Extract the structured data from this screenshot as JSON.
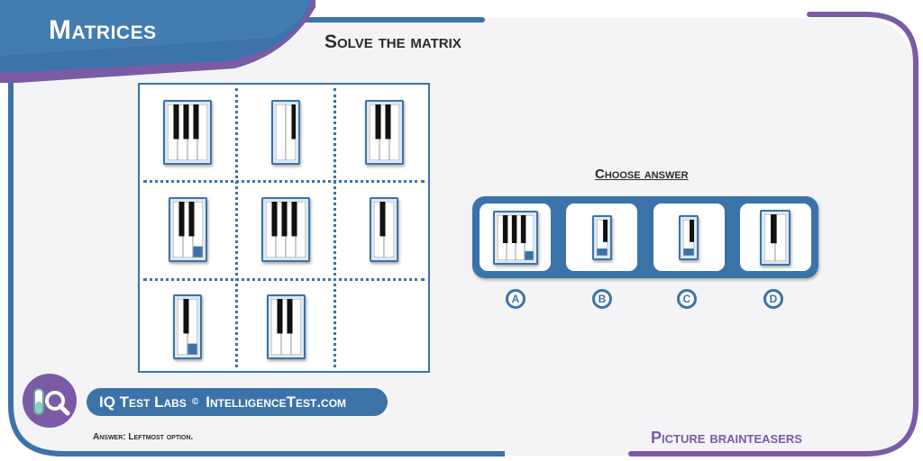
{
  "header": {
    "title": "Matrices",
    "subtitle": "Solve the matrix"
  },
  "matrix": {
    "cells": [
      {
        "keys": [
          {
            "black": true
          },
          {
            "black": true
          },
          {
            "black": true
          },
          {
            "black": false
          }
        ]
      },
      {
        "keys": [
          {
            "black": false
          },
          {
            "black": true
          }
        ]
      },
      {
        "keys": [
          {
            "black": true
          },
          {
            "black": true
          },
          {
            "black": false
          }
        ]
      },
      {
        "keys": [
          {
            "black": true
          },
          {
            "black": true
          },
          {
            "black": false,
            "highlight": true
          }
        ]
      },
      {
        "keys": [
          {
            "black": true
          },
          {
            "black": true
          },
          {
            "black": true
          },
          {
            "black": false
          }
        ]
      },
      {
        "keys": [
          {
            "black": true
          },
          {
            "black": false
          }
        ]
      },
      {
        "keys": [
          {
            "black": true
          },
          {
            "black": false,
            "highlight": true
          }
        ]
      },
      {
        "keys": [
          {
            "black": true
          },
          {
            "black": true
          },
          {
            "black": false
          }
        ]
      },
      null
    ]
  },
  "answers": {
    "heading": "Choose answer",
    "options": [
      {
        "letter": "A",
        "keys": [
          {
            "black": true
          },
          {
            "black": true
          },
          {
            "black": true
          },
          {
            "black": false,
            "highlight": true
          }
        ]
      },
      {
        "letter": "B",
        "keys": [
          {
            "black": true,
            "highlight": true
          }
        ]
      },
      {
        "letter": "C",
        "keys": [
          {
            "black": true,
            "highlight": true
          }
        ]
      },
      {
        "letter": "D",
        "keys": [
          {
            "black": true
          },
          {
            "black": false
          }
        ]
      }
    ]
  },
  "footer": {
    "brand": "IQ Test Labs",
    "copyright": "©",
    "site": "IntelligenceTest.com",
    "answer_text": "Answer: Leftmost option.",
    "category": "Picture brainteasers"
  },
  "colors": {
    "blue": "#3b73a9",
    "purple": "#7b5aa6",
    "key_light": "#dce7f3"
  },
  "icons": {
    "logo": "magnifier-test-tube-icon"
  }
}
